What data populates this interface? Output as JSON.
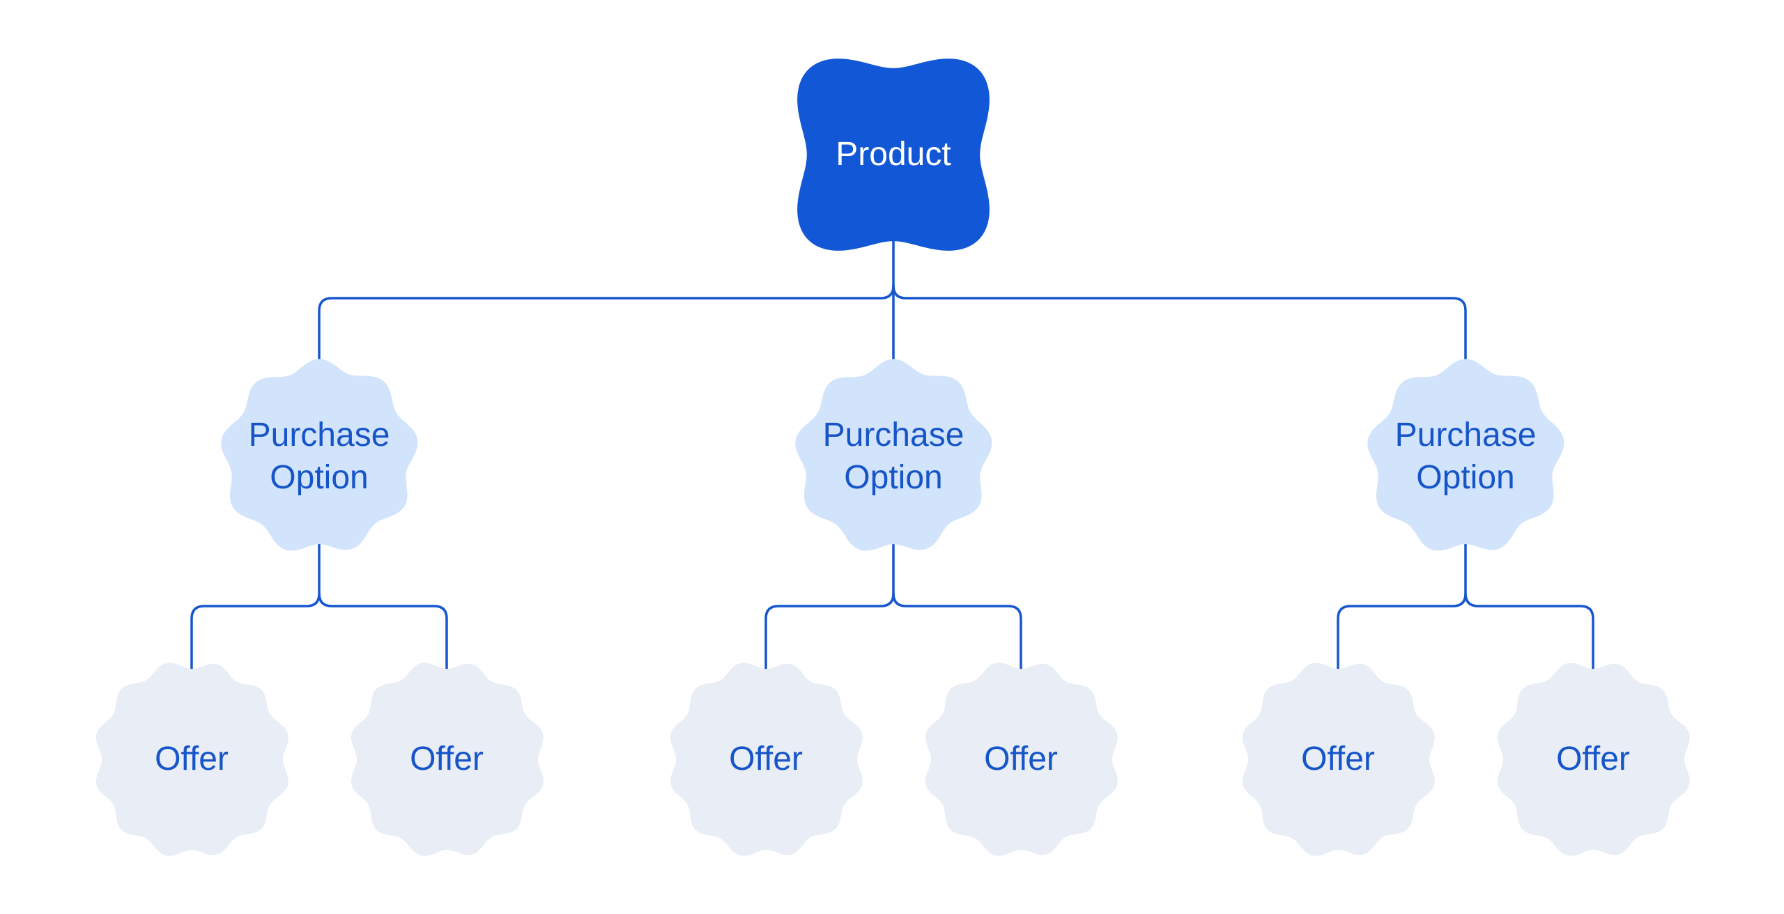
{
  "diagram": {
    "product": {
      "label": "Product"
    },
    "purchase_options": [
      {
        "label": "Purchase Option"
      },
      {
        "label": "Purchase Option"
      },
      {
        "label": "Purchase Option"
      }
    ],
    "offers": [
      {
        "label": "Offer"
      },
      {
        "label": "Offer"
      },
      {
        "label": "Offer"
      },
      {
        "label": "Offer"
      },
      {
        "label": "Offer"
      },
      {
        "label": "Offer"
      }
    ],
    "colors": {
      "background": "#FFFFFF",
      "product_fill": "#1157D6",
      "product_text": "#FFFFFF",
      "option_fill": "#D2E3FC",
      "offer_fill": "#E8EDF6",
      "node_text": "#1655C8",
      "connector": "#1656CE"
    }
  }
}
